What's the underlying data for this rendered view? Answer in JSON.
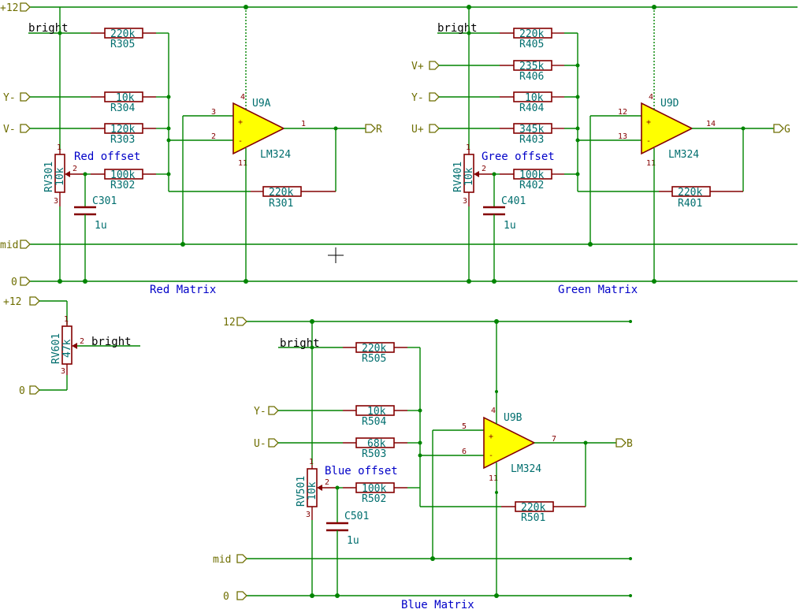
{
  "ports": {
    "p12_top": "+12",
    "y_minus": "Y-",
    "v_minus": "V-",
    "mid": "mid",
    "zero": "0",
    "v_plus": "V+",
    "y_minus_g": "Y-",
    "u_plus": "U+",
    "out_r": "R",
    "out_g": "G",
    "out_b": "B",
    "p12_pot": "+12",
    "zero_pot": "0",
    "p12_blue": "12",
    "y_minus_b": "Y-",
    "u_minus_b": "U-",
    "mid_b": "mid",
    "zero_b": "0"
  },
  "nets": {
    "bright_r": "bright",
    "bright_g": "bright",
    "bright_b": "bright",
    "bright_pot": "bright"
  },
  "red": {
    "title": "Red Matrix",
    "offset": "Red offset",
    "opamp_ref": "U9A",
    "opamp_val": "LM324",
    "r305": {
      "ref": "R305",
      "val": "220k"
    },
    "r304": {
      "ref": "R304",
      "val": "10k"
    },
    "r303": {
      "ref": "R303",
      "val": "120k"
    },
    "r302": {
      "ref": "R302",
      "val": "100k"
    },
    "r301": {
      "ref": "R301",
      "val": "220k"
    },
    "rv": {
      "ref": "RV301",
      "val": "10k"
    },
    "cap": {
      "ref": "C301",
      "val": "1u"
    },
    "pins": {
      "plus": "3",
      "minus": "2",
      "out": "1",
      "v4": "4",
      "v11": "11"
    }
  },
  "green": {
    "title": "Green Matrix",
    "offset": "Gree offset",
    "opamp_ref": "U9D",
    "opamp_val": "LM324",
    "r405": {
      "ref": "R405",
      "val": "220k"
    },
    "r406": {
      "ref": "R406",
      "val": "235k"
    },
    "r404": {
      "ref": "R404",
      "val": "10k"
    },
    "r403": {
      "ref": "R403",
      "val": "345k"
    },
    "r402": {
      "ref": "R402",
      "val": "100k"
    },
    "r401": {
      "ref": "R401",
      "val": "220k"
    },
    "rv": {
      "ref": "RV401",
      "val": "10k"
    },
    "cap": {
      "ref": "C401",
      "val": "1u"
    },
    "pins": {
      "plus": "12",
      "minus": "13",
      "out": "14",
      "v4": "4",
      "v11": "11"
    }
  },
  "blue": {
    "title": "Blue Matrix",
    "offset": "Blue offset",
    "opamp_ref": "U9B",
    "opamp_val": "LM324",
    "r505": {
      "ref": "R505",
      "val": "220k"
    },
    "r504": {
      "ref": "R504",
      "val": "10k"
    },
    "r503": {
      "ref": "R503",
      "val": "68k"
    },
    "r502": {
      "ref": "R502",
      "val": "100k"
    },
    "r501": {
      "ref": "R501",
      "val": "220k"
    },
    "rv": {
      "ref": "RV501",
      "val": "10k"
    },
    "cap": {
      "ref": "C501",
      "val": "1u"
    },
    "pins": {
      "plus": "5",
      "minus": "6",
      "out": "7",
      "v4": "4",
      "v11": "11"
    }
  },
  "pot_bright": {
    "ref": "RV601",
    "val": "47k"
  },
  "pot_pins": {
    "p1": "1",
    "p2": "2",
    "p3": "3"
  }
}
